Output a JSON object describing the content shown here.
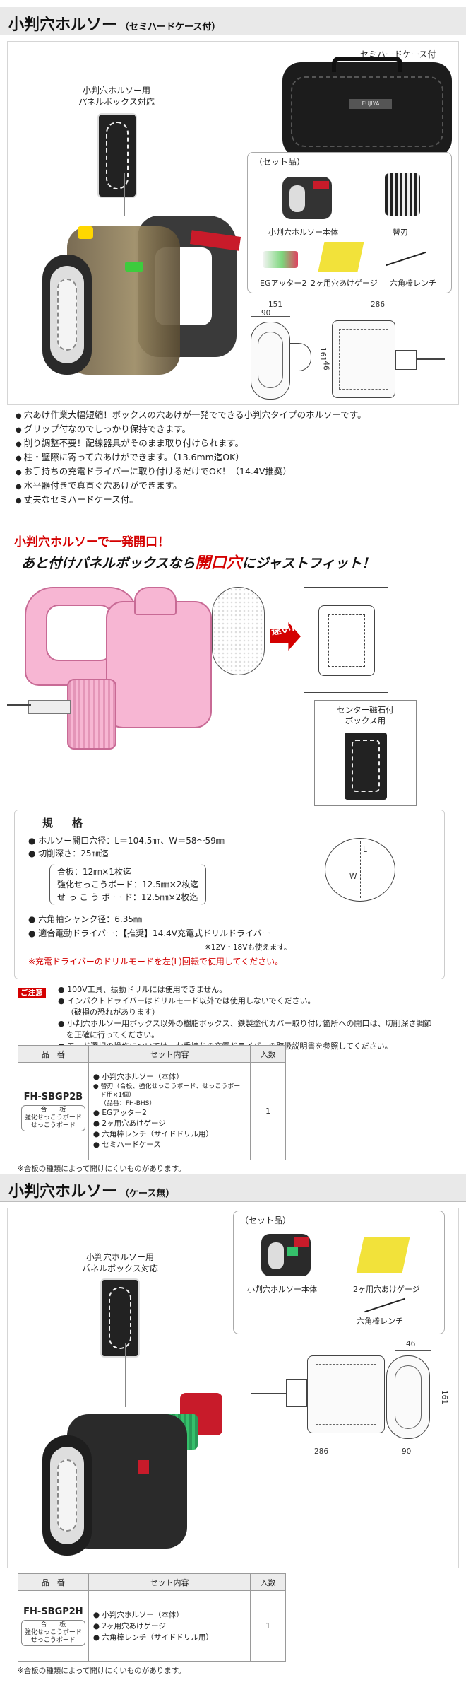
{
  "section1": {
    "title": "小判穴ホルソー",
    "subtitle": "（セミハードケース付）",
    "case_label": "セミハードケース付",
    "case_logo": "FUJIYA",
    "callout": "小判穴ホルソー用\nパネルボックス対応",
    "set_title": "（セット品）",
    "set_items": [
      "小判穴ホルソー本体",
      "替刃",
      "EGアッター2",
      "2ヶ用穴あけゲージ",
      "六角棒レンチ"
    ],
    "dims": {
      "w1": "151",
      "w2": "90",
      "w3": "286",
      "h1": "161",
      "h2": "46"
    },
    "features": [
      "穴あけ作業大幅短縮！ボックスの穴あけが一発でできる小判穴タイプのホルソーです。",
      "グリップ付なのでしっかり保持できます。",
      "削り調整不要！配線器具がそのまま取り付けられます。",
      "柱・壁際に寄って穴あけができます。（13.6mm迄OK）",
      "お手持ちの充電ドライバーに取り付けるだけでOK！（14.4V推奨）",
      "水平器付きで真直ぐ穴あけができます。",
      "丈夫なセミハードケース付。"
    ],
    "headline1": "小判穴ホルソーで一発開口！",
    "headline2_a": "あと付けパネルボックスなら",
    "headline2_b": "開口穴",
    "headline2_c": "にジャストフィット！",
    "fast_label": "速い!",
    "center_box_label": "センター磁石付\nボックス用",
    "spec_title": "規　格",
    "spec_lines": [
      "ホルソー開口穴径：L＝104.5㎜、W＝58〜59㎜",
      "切削深さ：25㎜迄"
    ],
    "spec_boards": [
      "合板：12㎜×1枚迄",
      "強化せっこうボード：12.5㎜×2枚迄",
      "せ っ こ う ボ ー ド：12.5㎜×2枚迄"
    ],
    "spec_shank": "六角軸シャンク径：6.35㎜",
    "spec_driver": "適合電動ドライバー：【推奨】14.4V充電式ドリルドライバー",
    "spec_driver_sub": "※12V・18Vも使えます。",
    "spec_red_note": "※充電ドライバーのドリルモードを左(L)回転で使用してください。",
    "oval_L": "L",
    "oval_W": "W",
    "caution_tag": "ご注意",
    "cautions": [
      "100V工具、振動ドリルには使用できません。",
      "インパクトドライバーはドリルモード以外では使用しないでください。\n（破損の恐れがあります）",
      "小判穴ホルソー用ボックス以外の樹脂ボックス、鉄製塗代カバー取り付け箇所への開口は、切削深さ調節を正確に行ってください。",
      "モード選択の操作については、お手持ちの充電ドライバーの取扱説明書を参照してください。"
    ],
    "table": {
      "headers": [
        "品　番",
        "セット内容",
        "入数"
      ],
      "model": "FH-SBGP2B",
      "model_sub": "合　　板\n強化せっこうボード\nせっこうボード",
      "items": [
        "小判穴ホルソー（本体）",
        "替刃（合板、強化せっこうボード、せっこうボード用×1個）\n（品番：FH-BHS）",
        "EGアッター2",
        "2ヶ用穴あけゲージ",
        "六角棒レンチ（サイドドリル用）",
        "セミハードケース"
      ],
      "qty": "1"
    },
    "footnote": "※合板の種類によって開けにくいものがあります。"
  },
  "section2": {
    "title": "小判穴ホルソー",
    "subtitle": "（ケース無）",
    "callout": "小判穴ホルソー用\nパネルボックス対応",
    "set_title": "（セット品）",
    "set_items": [
      "小判穴ホルソー本体",
      "2ヶ用穴あけゲージ",
      "六角棒レンチ"
    ],
    "dims": {
      "w1": "46",
      "w2": "286",
      "w3": "90",
      "h1": "161"
    },
    "table": {
      "headers": [
        "品　番",
        "セット内容",
        "入数"
      ],
      "model": "FH-SBGP2H",
      "model_sub": "合　　板\n強化せっこうボード\nせっこうボード",
      "items": [
        "小判穴ホルソー（本体）",
        "2ヶ用穴あけゲージ",
        "六角棒レンチ（サイドドリル用）"
      ],
      "qty": "1"
    },
    "footnote": "※合板の種類によって開けにくいものがあります。"
  }
}
